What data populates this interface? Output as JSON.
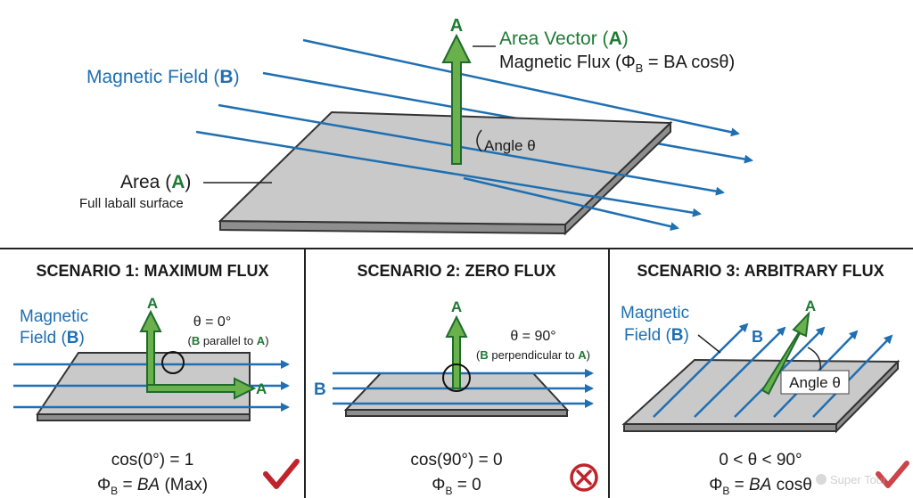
{
  "top": {
    "area_vector_letter": "A",
    "area_vector_label": {
      "pre": "Area Vector (",
      "bold": "A",
      "post": ")"
    },
    "flux_label": {
      "pre": "Magnetic Flux (Φ",
      "sub": "B",
      "post": " = BA cosθ)"
    },
    "field_label": {
      "pre": "Magnetic Field (",
      "bold": "B",
      "post": ")"
    },
    "angle_label": "Angle θ",
    "area_label": {
      "pre": "Area (",
      "bold": "A",
      "post": ")"
    },
    "area_sublabel": "Full laball surface"
  },
  "scenarios": [
    {
      "title": "SCENARIO 1: MAXIMUM FLUX",
      "field_label_line1": "Magnetic",
      "field_label_line2": {
        "pre": "Field (",
        "bold": "B",
        "post": ")"
      },
      "vector_letter": "A",
      "side_vector_letter": "A",
      "angle": "θ = 0°",
      "note": {
        "pre": "(",
        "b1": "B",
        "mid": " parallel to ",
        "b2": "A",
        "post": ")"
      },
      "eq1": "cos(0°) = 1",
      "eq2": {
        "pre": "Φ",
        "sub": "B",
        "mid": " = ",
        "ital": "BA",
        "post": " (Max)"
      },
      "status": "check"
    },
    {
      "title": "SCENARIO 2: ZERO FLUX",
      "field_letter": "B",
      "vector_letter": "A",
      "angle": "θ = 90°",
      "note": {
        "pre": "(",
        "b1": "B",
        "mid": " perpendicular to ",
        "b2": "A",
        "post": ")"
      },
      "eq1": "cos(90°) = 0",
      "eq2": {
        "pre": "Φ",
        "sub": "B",
        "post": " = 0"
      },
      "status": "cross"
    },
    {
      "title": "SCENARIO 3: ARBITRARY FLUX",
      "field_label_line1": "Magnetic",
      "field_label_line2": {
        "pre": "Field (",
        "bold": "B",
        "post": ")"
      },
      "field_letter": "B",
      "vector_letter": "A",
      "angle_label": "Angle θ",
      "eq1": "0 < θ < 90°",
      "eq2": {
        "pre": "Φ",
        "sub": "B",
        "mid": " = ",
        "ital": "BA",
        "post": " cosθ"
      },
      "status": "check"
    }
  ],
  "watermark": "Super Tour",
  "colors": {
    "field": "#1f6fb2",
    "vector": "#6ab04c",
    "label_green": "#1e7a34",
    "plate": "#c9c9c9",
    "check": "#c0242b"
  }
}
